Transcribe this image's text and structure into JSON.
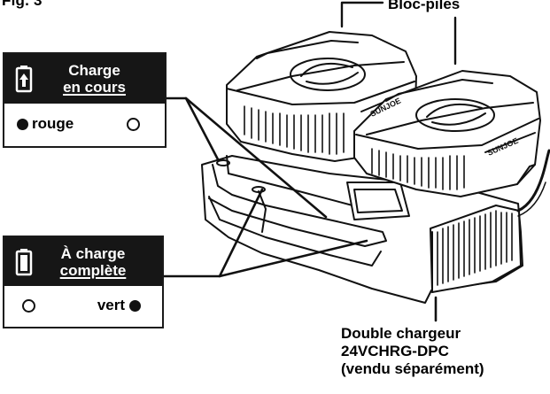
{
  "figure": {
    "label": "Fig. 3"
  },
  "battery_pack_label": "Bloc-piles",
  "brand_mark": "SUNJOE",
  "charging_box": {
    "title_line1": "Charge",
    "title_line2": "en cours",
    "icon": "battery-charging-icon",
    "left_indicator_label": "rouge",
    "left_indicator_state": "filled",
    "right_indicator_state": "empty"
  },
  "full_box": {
    "title_line1": "À charge",
    "title_line2": "complète",
    "icon": "battery-full-icon",
    "right_indicator_label": "vert",
    "left_indicator_state": "empty",
    "right_indicator_state": "filled"
  },
  "charger_label": {
    "line1": "Double chargeur",
    "line2": "24VCHRG-DPC",
    "line3": "(vendu séparément)"
  },
  "colors": {
    "ink": "#111111",
    "header_bg": "#161616",
    "paper": "#ffffff"
  }
}
